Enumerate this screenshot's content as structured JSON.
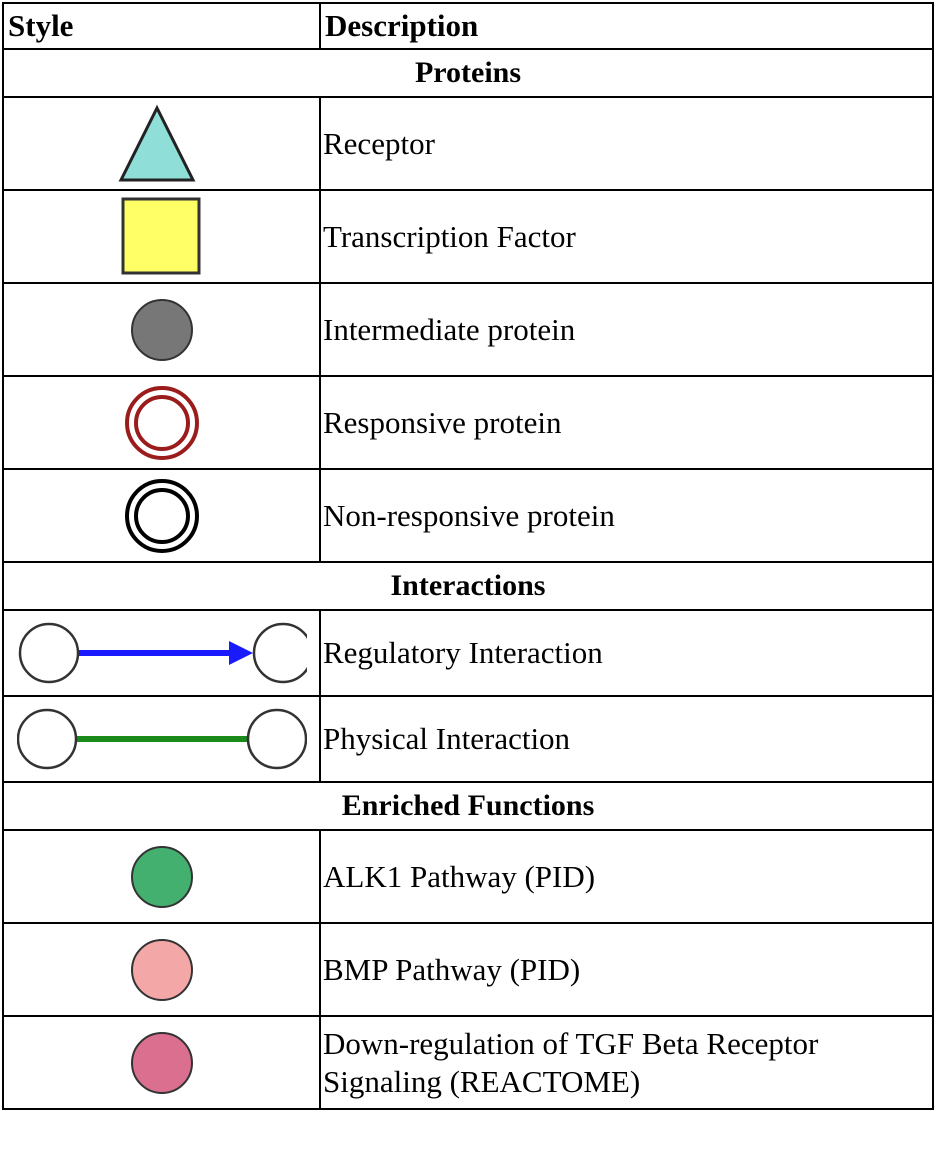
{
  "header": {
    "style": "Style",
    "description": "Description"
  },
  "sections": {
    "proteins": "Proteins",
    "interactions": "Interactions",
    "enriched": "Enriched Functions"
  },
  "proteins": [
    {
      "label": "Receptor",
      "icon": "triangle-icon",
      "color": "#8fded8"
    },
    {
      "label": "Transcription Factor",
      "icon": "square-icon",
      "color": "#ffff66"
    },
    {
      "label": "Intermediate protein",
      "icon": "circle-icon",
      "color": "#777777"
    },
    {
      "label": "Responsive protein",
      "icon": "double-ring-icon",
      "color": "#9b1c1c"
    },
    {
      "label": "Non-responsive protein",
      "icon": "double-ring-icon",
      "color": "#000000"
    }
  ],
  "interactions": [
    {
      "label": "Regulatory Interaction",
      "icon": "arrow-edge-icon",
      "color": "#1a1aff"
    },
    {
      "label": "Physical Interaction",
      "icon": "line-edge-icon",
      "color": "#1a8a1a"
    }
  ],
  "functions": [
    {
      "label": "ALK1 Pathway (PID)",
      "color": "#44b06f"
    },
    {
      "label": "BMP Pathway (PID)",
      "color": "#f4a7a7"
    },
    {
      "label": "Down-regulation of TGF Beta Receptor Signaling (REACTOME)",
      "color": "#da6f90"
    }
  ]
}
